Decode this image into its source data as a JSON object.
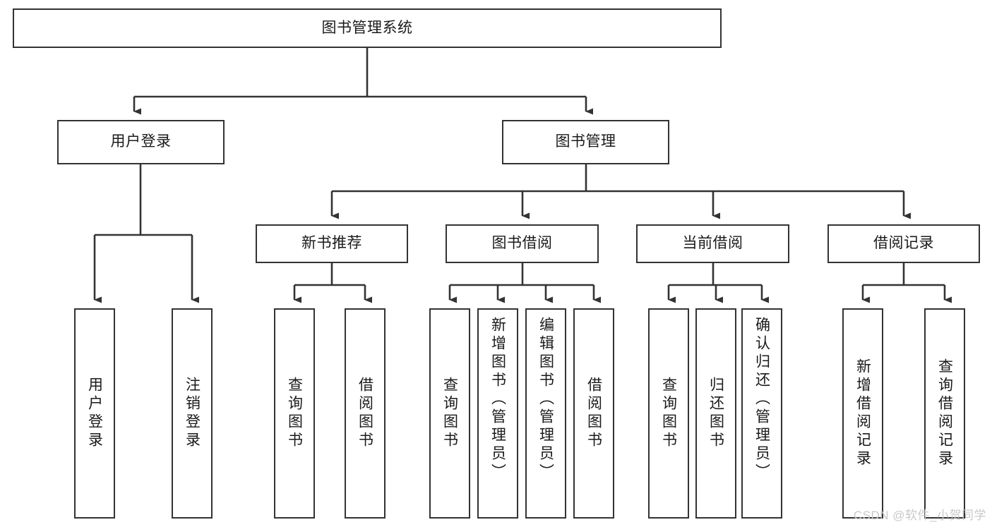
{
  "diagram": {
    "type": "tree",
    "title": "图书管理系统",
    "watermark": "CSDN @软件_小贺同学",
    "colors": {
      "stroke": "#333333",
      "fill": "#ffffff",
      "text": "#1a1a1a",
      "watermark": "#c9c9c9"
    },
    "root": {
      "label": "图书管理系统"
    },
    "level2": [
      {
        "label": "用户登录"
      },
      {
        "label": "图书管理"
      }
    ],
    "level3": [
      {
        "label": "新书推荐"
      },
      {
        "label": "图书借阅"
      },
      {
        "label": "当前借阅"
      },
      {
        "label": "借阅记录"
      }
    ],
    "leaves": {
      "user_login": [
        {
          "label": "用户登录"
        },
        {
          "label": "注销登录"
        }
      ],
      "new_book": [
        {
          "label": "查询图书"
        },
        {
          "label": "借阅图书"
        }
      ],
      "book_borrow": [
        {
          "label": "查询图书"
        },
        {
          "label": "新增图书（管理员）"
        },
        {
          "label": "编辑图书（管理员）"
        },
        {
          "label": "借阅图书"
        }
      ],
      "current_borrow": [
        {
          "label": "查询图书"
        },
        {
          "label": "归还图书"
        },
        {
          "label": "确认归还（管理员）"
        }
      ],
      "borrow_record": [
        {
          "label": "新增借阅记录"
        },
        {
          "label": "查询借阅记录"
        }
      ]
    }
  }
}
